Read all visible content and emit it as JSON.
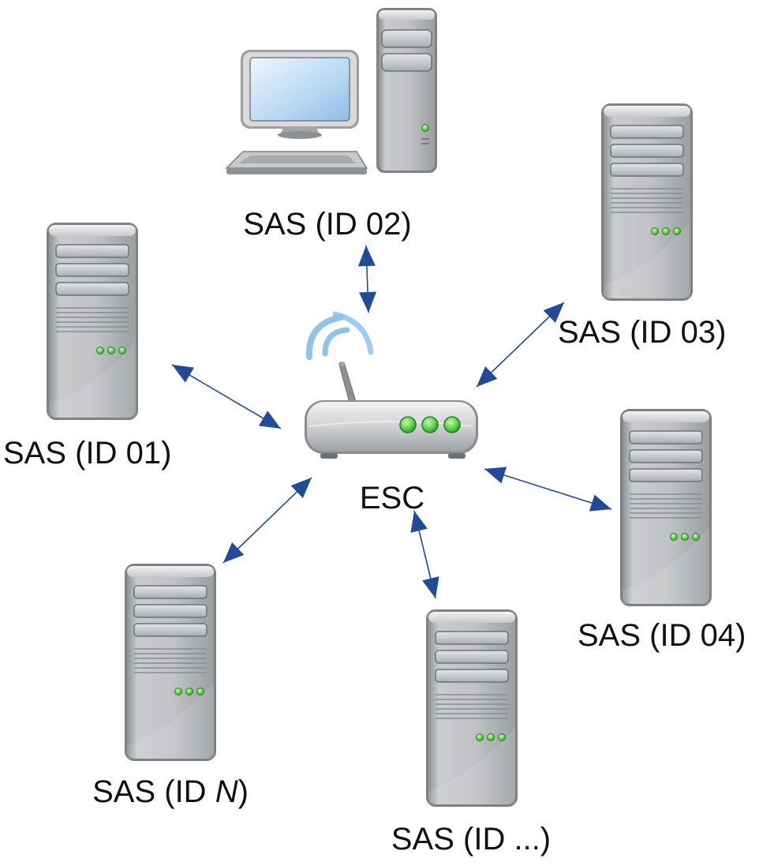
{
  "hub": {
    "label": "ESC"
  },
  "nodes": [
    {
      "id": "sas-01",
      "label": "SAS (ID 01)",
      "kind": "server"
    },
    {
      "id": "sas-02",
      "label": "SAS (ID 02)",
      "kind": "desktop"
    },
    {
      "id": "sas-03",
      "label": "SAS (ID 03)",
      "kind": "server"
    },
    {
      "id": "sas-04",
      "label": "SAS (ID 04)",
      "kind": "server"
    },
    {
      "id": "sas-dots",
      "label": "SAS (ID ...)",
      "kind": "server"
    },
    {
      "id": "sas-n",
      "label_prefix": "SAS (ID ",
      "label_italic": "N",
      "label_suffix": ")",
      "kind": "server"
    }
  ],
  "colors": {
    "arrow": "#234a94",
    "led": "#5fcf4e",
    "case": "#b9bcbf",
    "wave": "#8fc4ea"
  }
}
